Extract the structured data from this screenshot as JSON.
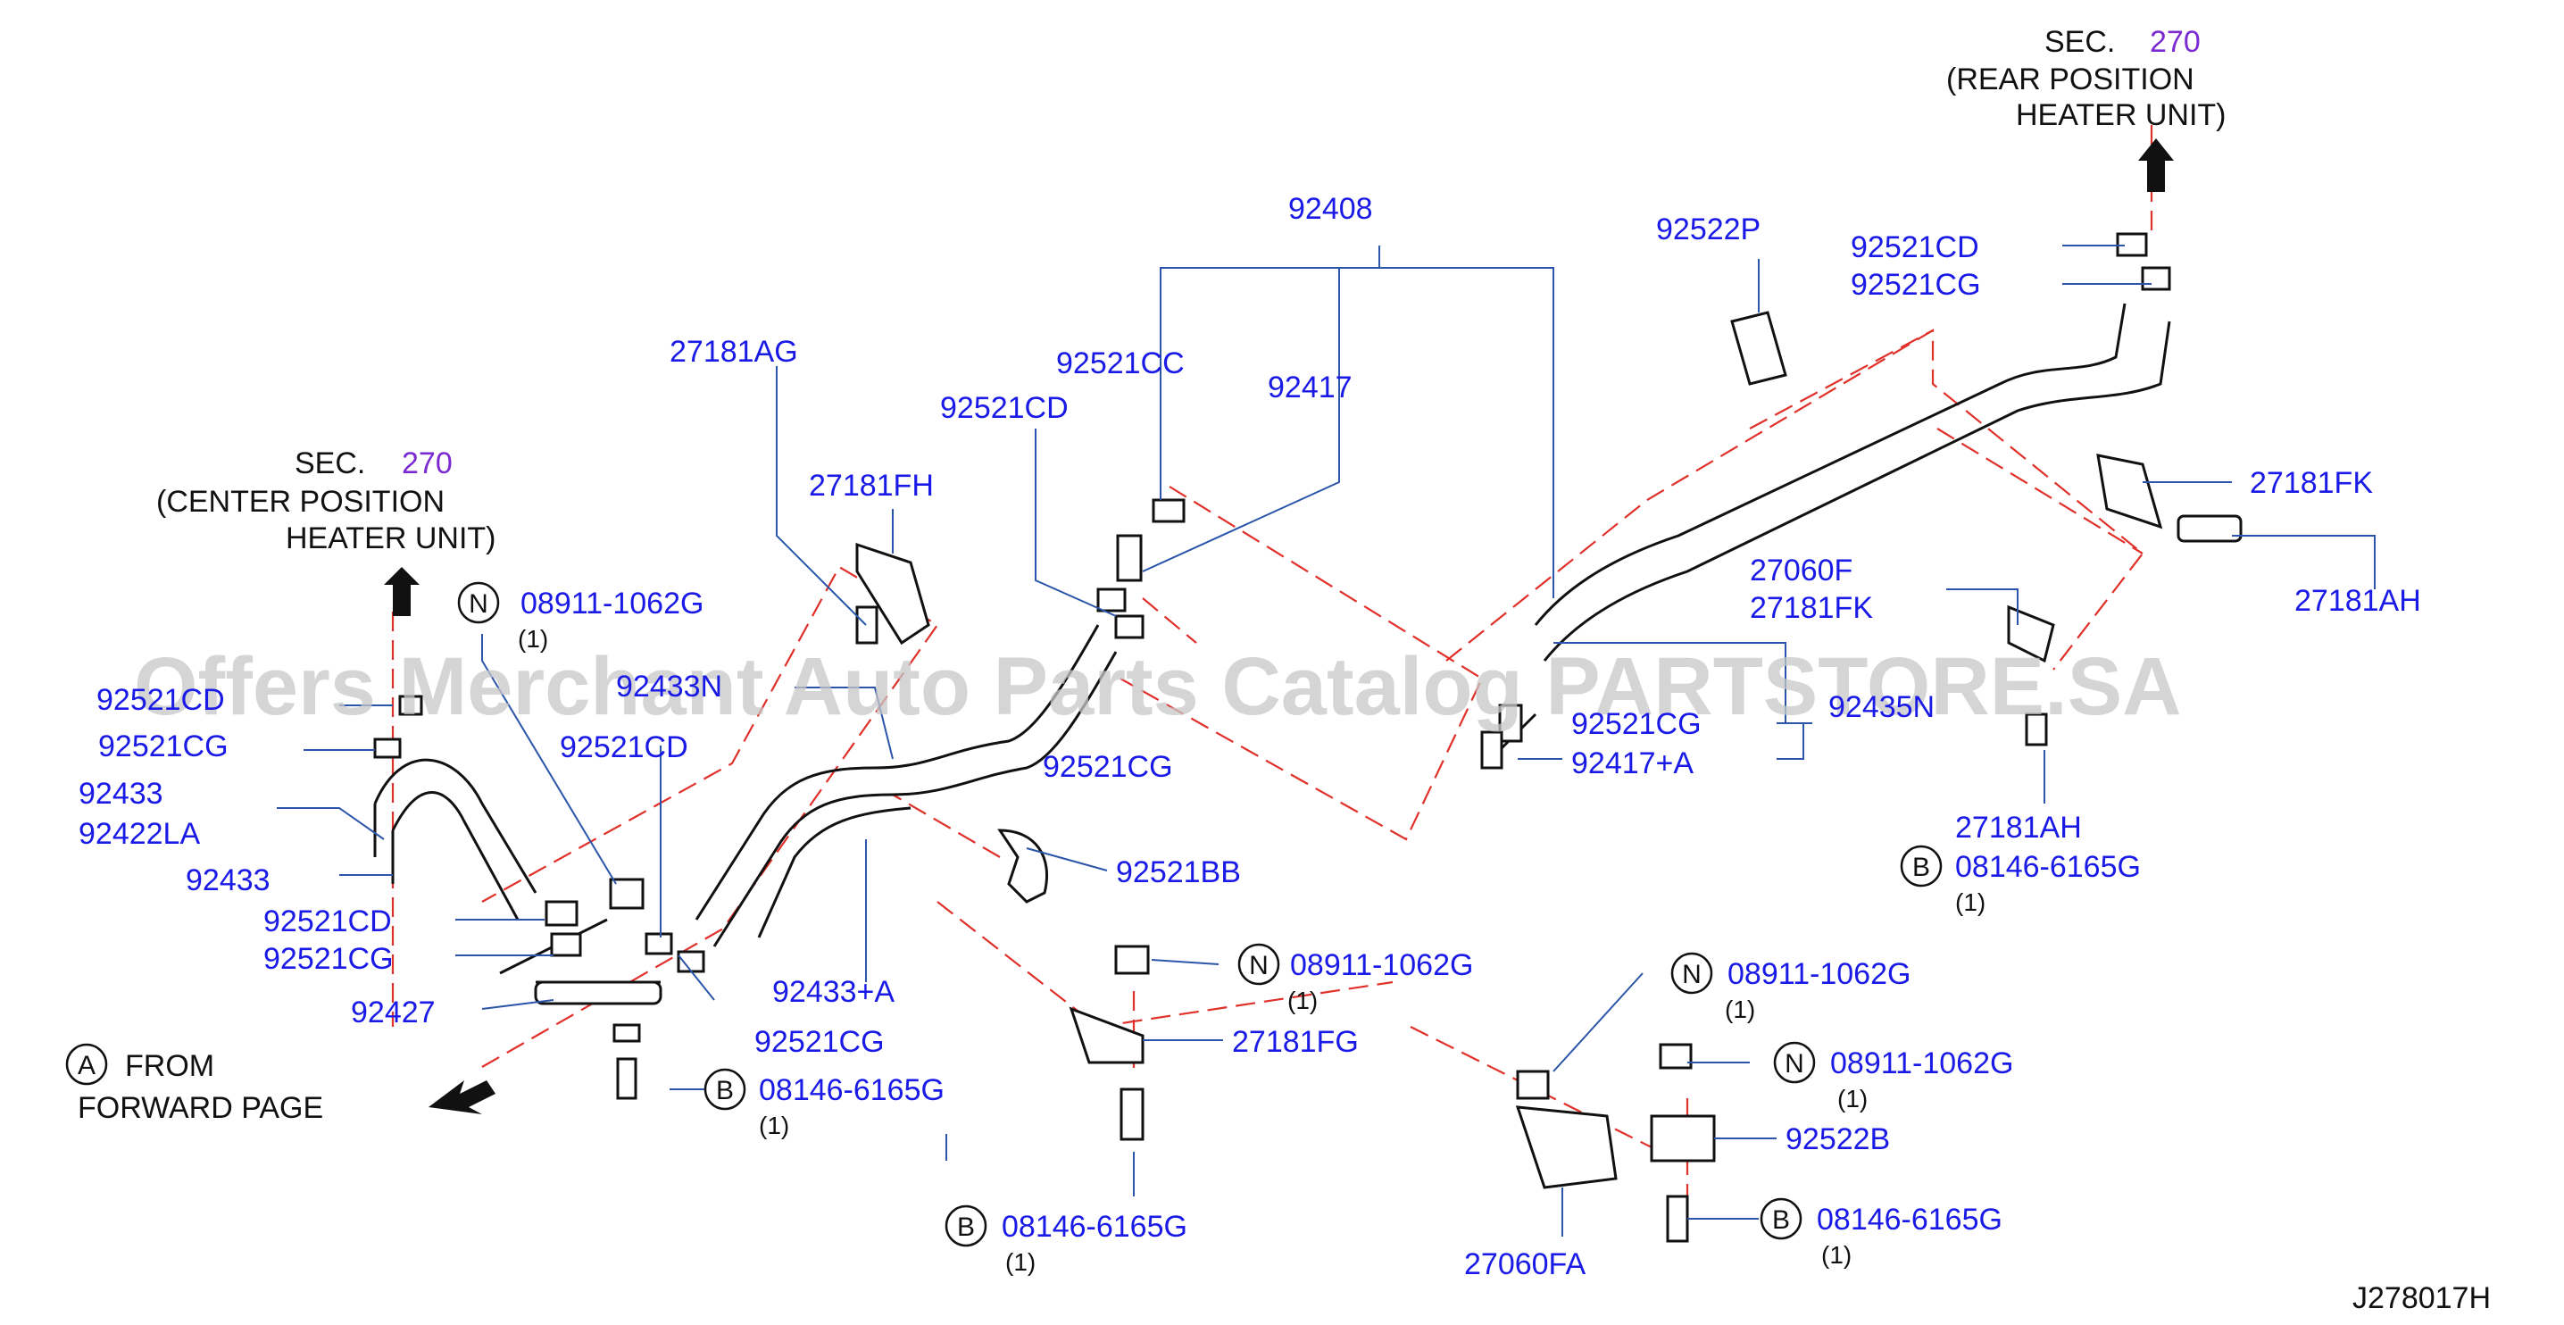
{
  "sections": {
    "center": {
      "sec": "SEC.",
      "num": "270",
      "line1": "(CENTER  POSITION",
      "line2": "HEATER  UNIT)"
    },
    "rear": {
      "sec": "SEC.",
      "num": "270",
      "line1": "(REAR  POSITION",
      "line2": "HEATER  UNIT)"
    }
  },
  "labels": {
    "p92408": "92408",
    "p27181AG": "27181AG",
    "p92521CC": "92521CC",
    "p92417": "92417",
    "p92521CD_a": "92521CD",
    "p27181FH": "27181FH",
    "p92522P": "92522P",
    "p92521CD_r": "92521CD",
    "p92521CG_r": "92521CG",
    "p27181FK_r": "27181FK",
    "p27181AH_r": "27181AH",
    "p27060F": "27060F",
    "p27181FK_m": "27181FK",
    "p92521CD_left1": "92521CD",
    "p92521CG_left1": "92521CG",
    "p92433_a": "92433",
    "p92422LA": "92422LA",
    "p92433_b": "92433",
    "p92521CD_left2": "92521CD",
    "p92521CG_left2": "92521CG",
    "p92427": "92427",
    "p92433N": "92433N",
    "p92521CD_mid": "92521CD",
    "p92521CG_mid": "92521CG",
    "p92521BB": "92521BB",
    "p92433A": "92433+A",
    "p92521CG_low": "92521CG",
    "p27181FG": "27181FG",
    "p92521CG_r2": "92521CG",
    "p92435N": "92435N",
    "p92417A": "92417+A",
    "p27181AH_m": "27181AH",
    "p92522B": "92522B",
    "p27060FA": "27060FA",
    "diagram_id": "J278017H"
  },
  "callouts": {
    "n1": {
      "letter": "N",
      "part": "08911-1062G",
      "qty": "(1)"
    },
    "n2": {
      "letter": "N",
      "part": "08911-1062G",
      "qty": "(1)"
    },
    "n3": {
      "letter": "N",
      "part": "08911-1062G",
      "qty": "(1)"
    },
    "n4": {
      "letter": "N",
      "part": "08911-1062G",
      "qty": "(1)"
    },
    "b1": {
      "letter": "B",
      "part": "08146-6165G",
      "qty": "(1)"
    },
    "b2": {
      "letter": "B",
      "part": "08146-6165G",
      "qty": "(1)"
    },
    "b3": {
      "letter": "B",
      "part": "08146-6165G",
      "qty": "(1)"
    },
    "b4": {
      "letter": "B",
      "part": "08146-6165G",
      "qty": "(1)"
    },
    "a1": {
      "letter": "A",
      "line1": "FROM",
      "line2": "FORWARD  PAGE"
    }
  },
  "watermark": "Offers Merchant Auto Parts Catalog PARTSTORE.SA"
}
